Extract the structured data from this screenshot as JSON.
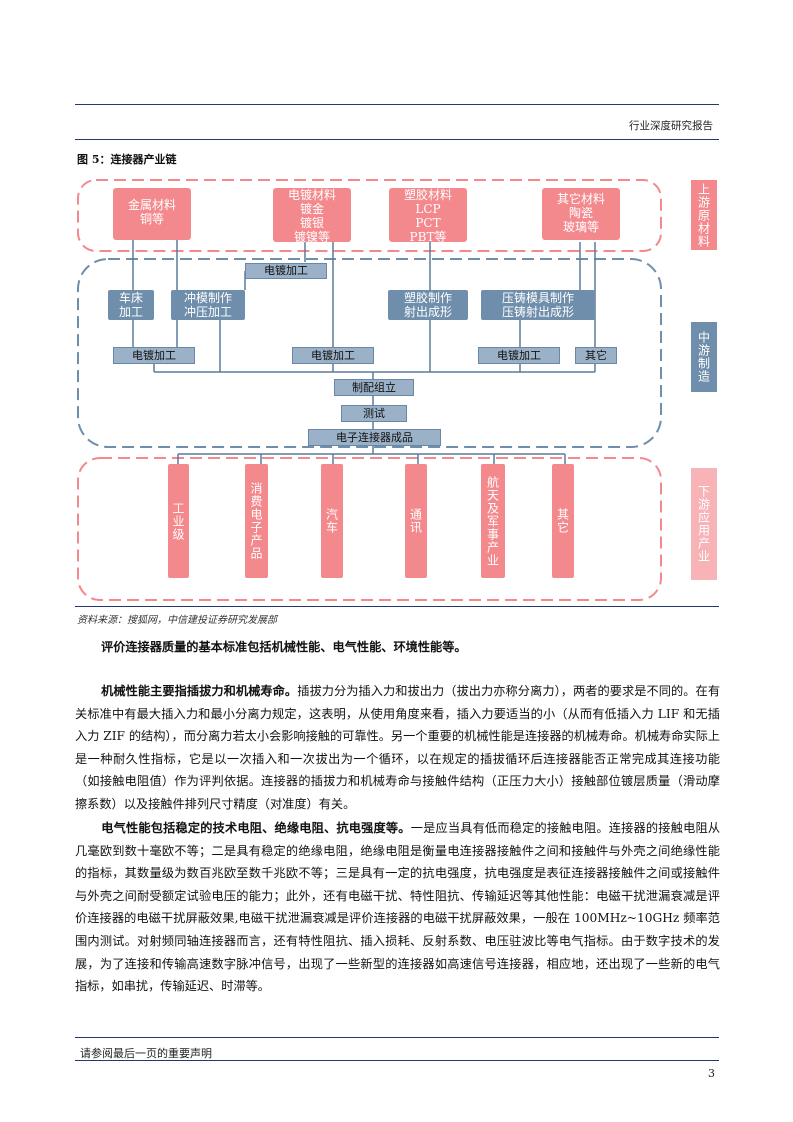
{
  "header": {
    "report_type": "行业深度研究报告"
  },
  "figure": {
    "title": "图 5：连接器产业链",
    "source": "资料来源：搜狐网，中信建投证券研究发展部",
    "side_labels": {
      "upstream": "上游原材料",
      "midstream": "中游制造",
      "downstream": "下游应用产业"
    },
    "upstream": [
      {
        "lines": [
          "金属材料",
          "铜等"
        ]
      },
      {
        "lines": [
          "电镀材料",
          "镀金",
          "镀银",
          "镀镍等"
        ]
      },
      {
        "lines": [
          "塑胶材料",
          "LCP",
          "PCT",
          "PBT等"
        ]
      },
      {
        "lines": [
          "其它材料",
          "陶瓷",
          "玻璃等"
        ]
      }
    ],
    "midstream": {
      "plating_top": "电镀加工",
      "lathe": [
        "车床",
        "加工"
      ],
      "stamping": [
        "冲模制作",
        "冲压加工"
      ],
      "plastic": [
        "塑胶制作",
        "射出成形"
      ],
      "diecast": [
        "压铸模具制作",
        "压铸射出成形"
      ],
      "plating_1": "电镀加工",
      "plating_2": "电镀加工",
      "plating_3": "电镀加工",
      "other": "其它",
      "assembly": "制配组立",
      "testing": "测试",
      "finished": "电子连接器成品"
    },
    "downstream": [
      "工业级",
      "消费电子产品",
      "汽车",
      "通讯",
      "航天及军事产业",
      "其它"
    ]
  },
  "body": {
    "p1": "评价连接器质量的基本标准包括机械性能、电气性能、环境性能等。",
    "p2_bold": "机械性能主要指插拔力和机械寿命。",
    "p2": "插拔力分为插入力和拔出力（拔出力亦称分离力），两者的要求是不同的。在有关标准中有最大插入力和最小分离力规定，这表明，从使用角度来看，插入力要适当的小（从而有低插入力 LIF 和无插入力 ZIF 的结构），而分离力若太小会影响接触的可靠性。另一个重要的机械性能是连接器的机械寿命。机械寿命实际上是一种耐久性指标，它是以一次插入和一次拔出为一个循环，以在规定的插拔循环后连接器能否正常完成其连接功能（如接触电阻值）作为评判依据。连接器的插拔力和机械寿命与接触件结构（正压力大小）接触部位镀层质量（滑动摩擦系数）以及接触件排列尺寸精度（对准度）有关。",
    "p3_bold": "电气性能包括稳定的技术电阻、绝缘电阻、抗电强度等。",
    "p3": "一是应当具有低而稳定的接触电阻。连接器的接触电阻从几毫欧到数十毫欧不等；二是具有稳定的绝缘电阻，绝缘电阻是衡量电连接器接触件之间和接触件与外壳之间绝缘性能的指标，其数量级为数百兆欧至数千兆欧不等；三是具有一定的抗电强度，抗电强度是表征连接器接触件之间或接触件与外壳之间耐受额定试验电压的能力；此外，还有电磁干扰、特性阻抗、传输延迟等其他性能：电磁干扰泄漏衰减是评价连接器的电磁干扰屏蔽效果,电磁干扰泄漏衰减是评价连接器的电磁干扰屏蔽效果，一般在 100MHz~10GHz 频率范围内测试。对射频同轴连接器而言，还有特性阻抗、插入损耗、反射系数、电压驻波比等电气指标。由于数字技术的发展，为了连接和传输高速数字脉冲信号，出现了一些新型的连接器如高速信号连接器，相应地，还出现了一些新的电气指标，如串扰，传输延迟、时滞等。"
  },
  "footer": {
    "disclaimer": "请参阅最后一页的重要声明",
    "page": "3"
  },
  "colors": {
    "navy": "#1f3a6b",
    "red_box": "#f4898d",
    "blue_box": "#6f8eab",
    "gray_box": "#9ab1c8"
  }
}
